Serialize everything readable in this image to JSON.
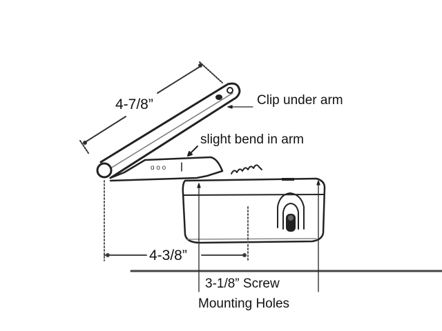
{
  "diagram": {
    "background": "#ffffff",
    "stroke_color": "#222222",
    "labels": {
      "arm_length": "4-7/8”",
      "clip": "Clip under arm",
      "bend": "slight bend in arm",
      "base_length": "4-3/8”",
      "screw_holes_line1": "3-1/8” Screw",
      "screw_holes_line2": "Mounting Holes"
    }
  }
}
